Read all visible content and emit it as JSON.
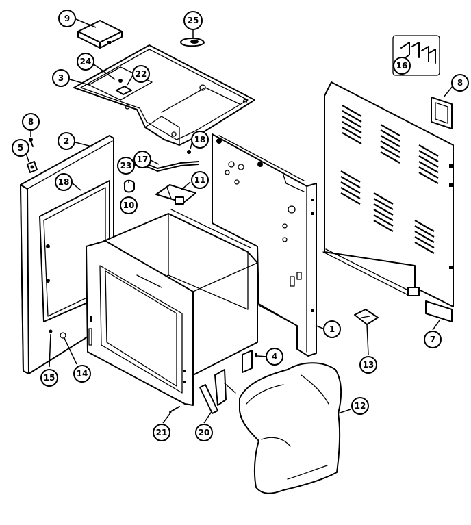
{
  "diagram": {
    "callouts": [
      {
        "id": "c9",
        "label": "9"
      },
      {
        "id": "c25",
        "label": "25"
      },
      {
        "id": "c16",
        "label": "16"
      },
      {
        "id": "c24",
        "label": "24"
      },
      {
        "id": "c22",
        "label": "22"
      },
      {
        "id": "c3",
        "label": "3"
      },
      {
        "id": "c8a",
        "label": "8"
      },
      {
        "id": "c8b",
        "label": "8"
      },
      {
        "id": "c5",
        "label": "5"
      },
      {
        "id": "c2",
        "label": "2"
      },
      {
        "id": "c18a",
        "label": "18"
      },
      {
        "id": "c18b",
        "label": "18"
      },
      {
        "id": "c23",
        "label": "23"
      },
      {
        "id": "c17",
        "label": "17"
      },
      {
        "id": "c10",
        "label": "10"
      },
      {
        "id": "c11",
        "label": "11"
      },
      {
        "id": "c1",
        "label": "1"
      },
      {
        "id": "c13",
        "label": "13"
      },
      {
        "id": "c7",
        "label": "7"
      },
      {
        "id": "c4",
        "label": "4"
      },
      {
        "id": "c15",
        "label": "15"
      },
      {
        "id": "c14",
        "label": "14"
      },
      {
        "id": "c21",
        "label": "21"
      },
      {
        "id": "c20",
        "label": "20"
      },
      {
        "id": "c12",
        "label": "12"
      }
    ]
  }
}
